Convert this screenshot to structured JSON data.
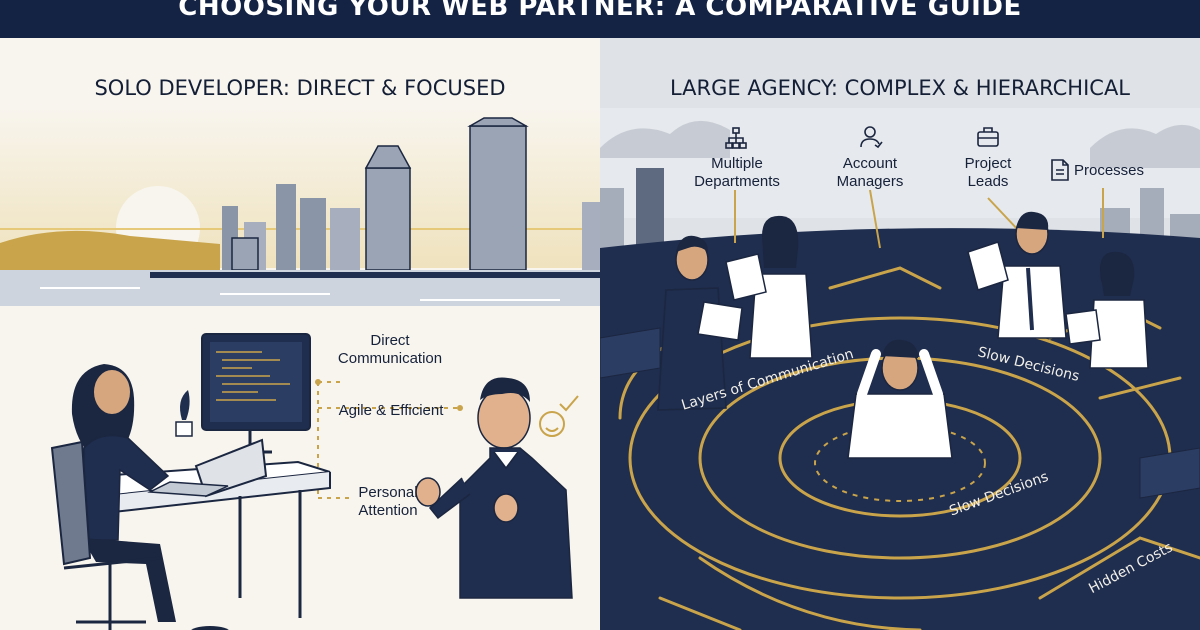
{
  "banner": {
    "title": "CHOOSING YOUR WEB PARTNER: A COMPARATIVE GUIDE"
  },
  "left_panel": {
    "title": "SOLO DEVELOPER: DIRECT & FOCUSED",
    "benefits": [
      {
        "label": "Direct\nCommunication"
      },
      {
        "label": "Agile & Efficient"
      },
      {
        "label": "Personal\nAttention"
      }
    ]
  },
  "right_panel": {
    "title": "LARGE AGENCY: COMPLEX & HIERARCHICAL",
    "roles": [
      {
        "label": "Multiple\nDepartments",
        "icon": "org-chart-icon"
      },
      {
        "label": "Account\nManagers",
        "icon": "person-icon"
      },
      {
        "label": "Project\nLeads",
        "icon": "briefcase-icon"
      },
      {
        "label": "Processes",
        "icon": "document-icon"
      }
    ],
    "maze_labels": [
      {
        "text": "Layers of Communication"
      },
      {
        "text": "Slow Decisions"
      },
      {
        "text": "Slow Decisions"
      },
      {
        "text": "Hidden Costs"
      }
    ]
  },
  "colors": {
    "navy": "#142344",
    "gold": "#c9a44a",
    "cream": "#f8f5ee",
    "maze": "#1f2d4e"
  }
}
